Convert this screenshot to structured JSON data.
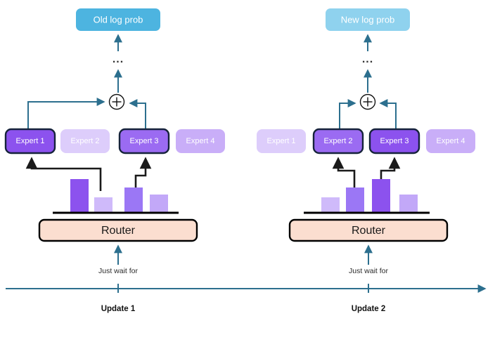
{
  "diagram": {
    "title": "",
    "colors": {
      "teal_arrow": "#2c6f8e",
      "black_arrow": "#1a1a1a",
      "timeline": "#2c6f8e",
      "expert_active_dark": "#8c52ee",
      "expert_active_mid": "#9b6bf2",
      "expert_inactive_light": "#d8c6fa",
      "expert_inactive_mid": "#c3a6f7",
      "expert_border": "#16233b",
      "router_fill": "#fbded0",
      "router_border": "#000000",
      "old_log_prob_fill": "#4db4e0",
      "new_log_prob_fill": "#8fd2ee",
      "bar_dark": "#8c52ee",
      "bar_mid": "#9b77f5",
      "bar_light": "#cbb4f9",
      "bar_lighter": "#d8c9fb",
      "baseline": "#000000"
    }
  },
  "stages": [
    {
      "id": "update-1",
      "output_box": {
        "label": "Old log prob",
        "fill": "#4db4e0"
      },
      "ellipsis": "...",
      "sum_node": {
        "symbol": "+",
        "name": "plus-node"
      },
      "experts": [
        {
          "label": "Expert 1",
          "active": true,
          "fill": "#8c52ee",
          "selected": true
        },
        {
          "label": "Expert 2",
          "active": false,
          "fill": "#ddcdfb",
          "selected": false
        },
        {
          "label": "Expert 3",
          "active": true,
          "fill": "#9b6bf2",
          "selected": true
        },
        {
          "label": "Expert 4",
          "active": false,
          "fill": "#c9aef8",
          "selected": false
        }
      ],
      "router": {
        "label": "Router"
      },
      "input_text": "Just wait for",
      "axis_label": "Update 1",
      "chart_data": {
        "type": "bar",
        "title": "Router gate weights (Update 1)",
        "categories": [
          "Expert 1",
          "Expert 2",
          "Expert 3",
          "Expert 4"
        ],
        "values": [
          0.42,
          0.18,
          0.3,
          0.22
        ],
        "colors": [
          "#8c52ee",
          "#cfbafa",
          "#9b77f5",
          "#c2a8f8"
        ],
        "selected": [
          true,
          false,
          true,
          false
        ],
        "xlabel": "",
        "ylabel": "",
        "ylim": [
          0,
          0.5
        ],
        "grid": false,
        "legend": "none"
      }
    },
    {
      "id": "update-2",
      "output_box": {
        "label": "New log prob",
        "fill": "#8fd2ee"
      },
      "ellipsis": "...",
      "sum_node": {
        "symbol": "+",
        "name": "plus-node"
      },
      "experts": [
        {
          "label": "Expert 1",
          "active": false,
          "fill": "#ddcdfb",
          "selected": false
        },
        {
          "label": "Expert 2",
          "active": true,
          "fill": "#9b6bf2",
          "selected": true
        },
        {
          "label": "Expert 3",
          "active": true,
          "fill": "#8c52ee",
          "selected": true
        },
        {
          "label": "Expert 4",
          "active": false,
          "fill": "#c9aef8",
          "selected": false
        }
      ],
      "router": {
        "label": "Router"
      },
      "input_text": "Just wait for",
      "axis_label": "Update 2",
      "chart_data": {
        "type": "bar",
        "title": "Router gate weights (Update 2)",
        "categories": [
          "Expert 1",
          "Expert 2",
          "Expert 3",
          "Expert 4"
        ],
        "values": [
          0.18,
          0.3,
          0.42,
          0.22
        ],
        "colors": [
          "#cfbafa",
          "#9b77f5",
          "#8c52ee",
          "#c2a8f8"
        ],
        "selected": [
          false,
          true,
          true,
          false
        ],
        "xlabel": "",
        "ylabel": "",
        "ylim": [
          0,
          0.5
        ],
        "grid": false,
        "legend": "none"
      }
    }
  ],
  "timeline": {
    "name": "timeline-axis",
    "direction": "left-to-right",
    "ticks": [
      "Update 1",
      "Update 2"
    ]
  }
}
